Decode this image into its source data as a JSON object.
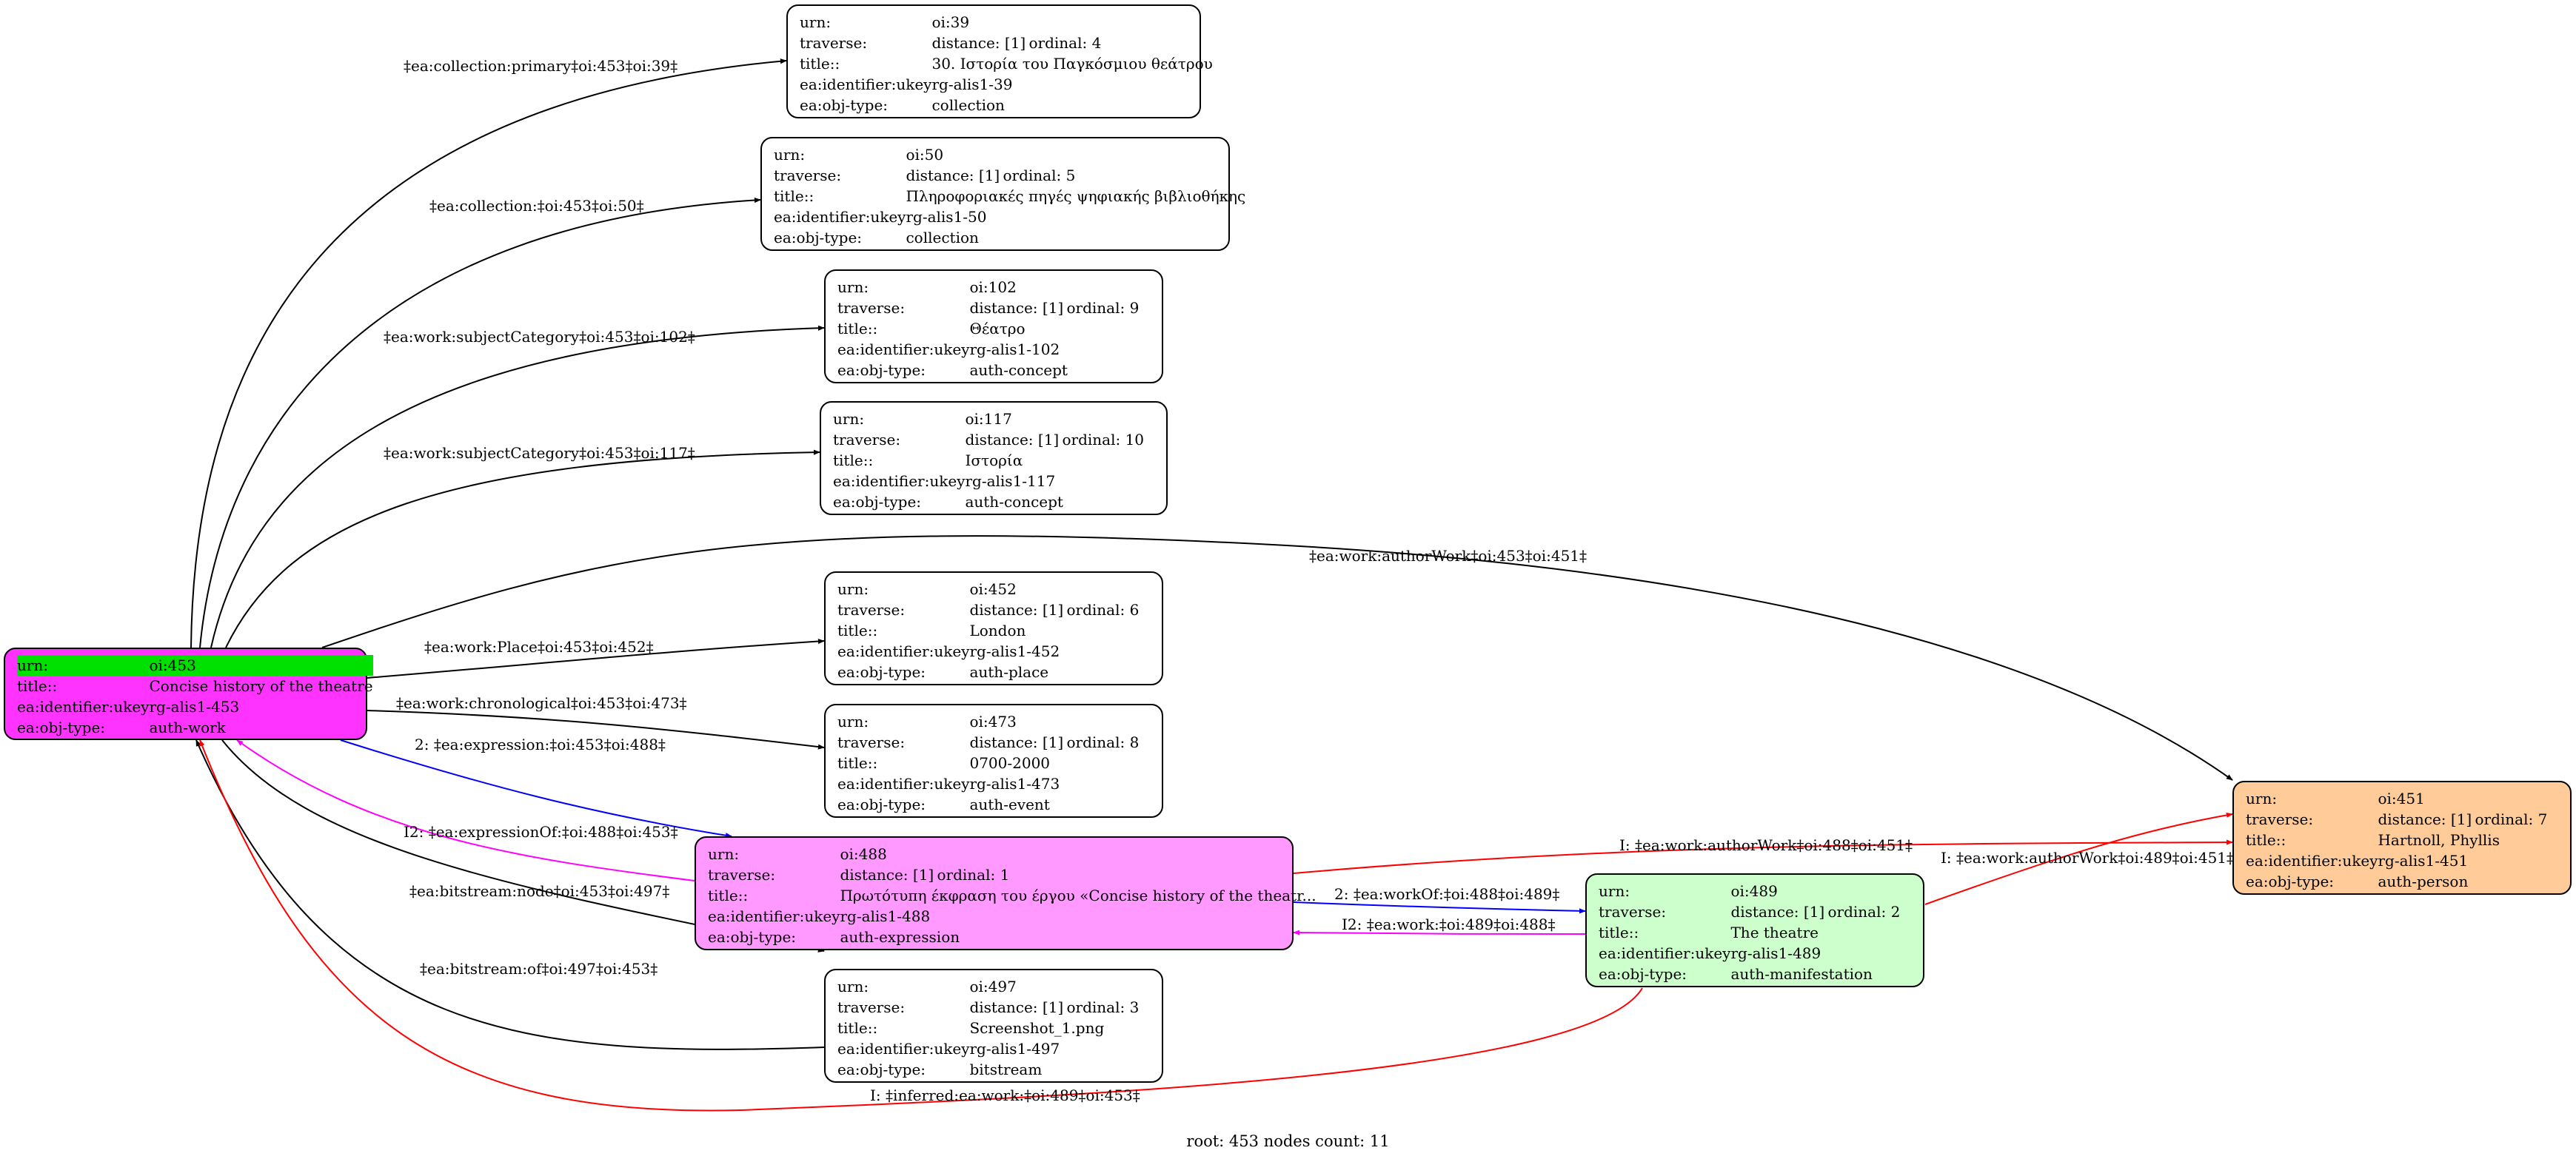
{
  "labels": {
    "urn": "urn:",
    "traverse": "traverse:",
    "title": "title::",
    "ukey": "ea:identifier:ukey",
    "objtype": "ea:obj-type:",
    "distance": "distance: [1]"
  },
  "nodes": {
    "n39": {
      "urn": "oi:39",
      "ordinal": "ordinal: 4",
      "title": "30. Ιστορία του Παγκόσμιου θεάτρου",
      "ukey": "rg-alis1-39",
      "objtype": "collection"
    },
    "n50": {
      "urn": "oi:50",
      "ordinal": "ordinal: 5",
      "title": "Πληροφοριακές πηγές ψηφιακής βιβλιοθήκης",
      "ukey": "rg-alis1-50",
      "objtype": "collection"
    },
    "n102": {
      "urn": "oi:102",
      "ordinal": "ordinal: 9",
      "title": "Θέατρο",
      "ukey": "rg-alis1-102",
      "objtype": "auth-concept"
    },
    "n117": {
      "urn": "oi:117",
      "ordinal": "ordinal: 10",
      "title": "Ιστορία",
      "ukey": "rg-alis1-117",
      "objtype": "auth-concept"
    },
    "n452": {
      "urn": "oi:452",
      "ordinal": "ordinal: 6",
      "title": "London",
      "ukey": "rg-alis1-452",
      "objtype": "auth-place"
    },
    "n473": {
      "urn": "oi:473",
      "ordinal": "ordinal: 8",
      "title": "0700-2000",
      "ukey": "rg-alis1-473",
      "objtype": "auth-event"
    },
    "n453": {
      "urn": "oi:453",
      "title": "Concise history of the theatre",
      "ukey": "rg-alis1-453",
      "objtype": "auth-work"
    },
    "n488": {
      "urn": "oi:488",
      "ordinal": "ordinal: 1",
      "title": "Πρωτότυπη έκφραση του έργου «Concise history of the theatr...",
      "ukey": "rg-alis1-488",
      "objtype": "auth-expression"
    },
    "n489": {
      "urn": "oi:489",
      "ordinal": "ordinal: 2",
      "title": "The theatre",
      "ukey": "rg-alis1-489",
      "objtype": "auth-manifestation"
    },
    "n497": {
      "urn": "oi:497",
      "ordinal": "ordinal: 3",
      "title": "Screenshot_1.png",
      "ukey": "rg-alis1-497",
      "objtype": "bitstream"
    },
    "n451": {
      "urn": "oi:451",
      "ordinal": "ordinal: 7",
      "title": "Hartnoll, Phyllis",
      "ukey": "rg-alis1-451",
      "objtype": "auth-person"
    }
  },
  "edges": [
    {
      "id": "e39",
      "label": "‡ea:collection:primary‡oi:453‡oi:39‡",
      "color": "#000000"
    },
    {
      "id": "e50",
      "label": "‡ea:collection:‡oi:453‡oi:50‡",
      "color": "#000000"
    },
    {
      "id": "e102",
      "label": "‡ea:work:subjectCategory‡oi:453‡oi:102‡",
      "color": "#000000"
    },
    {
      "id": "e117",
      "label": "‡ea:work:subjectCategory‡oi:453‡oi:117‡",
      "color": "#000000"
    },
    {
      "id": "e451",
      "label": "‡ea:work:authorWork‡oi:453‡oi:451‡",
      "color": "#000000"
    },
    {
      "id": "e452",
      "label": "‡ea:work:Place‡oi:453‡oi:452‡",
      "color": "#000000"
    },
    {
      "id": "e473",
      "label": "‡ea:work:chronological‡oi:453‡oi:473‡",
      "color": "#000000"
    },
    {
      "id": "e488",
      "label": "2: ‡ea:expression:‡oi:453‡oi:488‡",
      "color": "#0000ff"
    },
    {
      "id": "eI2a",
      "label": "I2: ‡ea:expressionOf:‡oi:488‡oi:453‡",
      "color": "#ff00ff"
    },
    {
      "id": "e497",
      "label": "‡ea:bitstream:node‡oi:453‡oi:497‡",
      "color": "#000000"
    },
    {
      "id": "eOf",
      "label": "‡ea:bitstream:of‡oi:497‡oi:453‡",
      "color": "#000000"
    },
    {
      "id": "eAW1",
      "label": "I: ‡ea:work:authorWork‡oi:488‡oi:451‡",
      "color": "#ff0000"
    },
    {
      "id": "eWO",
      "label": "2: ‡ea:workOf:‡oi:488‡oi:489‡",
      "color": "#0000ff"
    },
    {
      "id": "eI2b",
      "label": "I2: ‡ea:work:‡oi:489‡oi:488‡",
      "color": "#ff00ff"
    },
    {
      "id": "eAW2",
      "label": "I: ‡ea:work:authorWork‡oi:489‡oi:451‡",
      "color": "#ff0000"
    },
    {
      "id": "eInf",
      "label": "I: ‡inferred:ea:work:‡oi:489‡oi:453‡",
      "color": "#ff0000"
    }
  ],
  "colors": {
    "root_fill": "#ff33ff",
    "root_urn_highlight": "#00e000",
    "expression_fill": "#ff99ff",
    "manifestation_fill": "#ccffcc",
    "person_fill": "#ffcc99",
    "default_fill": "#ffffff"
  },
  "footer": "root: 453 nodes count: 11"
}
